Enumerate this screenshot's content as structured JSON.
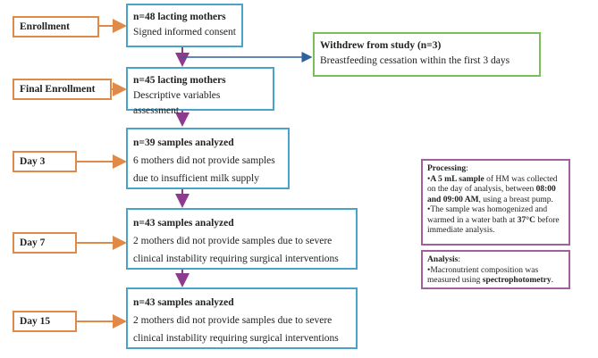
{
  "stages": {
    "enrollment": "Enrollment",
    "final_enrollment": "Final Enrollment",
    "day3": "Day 3",
    "day7": "Day 7",
    "day15": "Day 15"
  },
  "boxes": {
    "enrollment": {
      "title": "n=48 lacting mothers",
      "text": "Signed informed consent"
    },
    "final_enrollment": {
      "title": "n=45 lacting mothers",
      "text": "Descriptive variables assessment"
    },
    "day3": {
      "title": "n=39 samples analyzed",
      "line1": "6 mothers did not provide samples",
      "line2": "due to insufficient milk supply"
    },
    "day7": {
      "title": "n=43 samples analyzed",
      "line1": "2 mothers did not provide samples due to severe",
      "line2": "clinical instability requiring surgical interventions"
    },
    "day15": {
      "title": "n=43 samples analyzed",
      "line1": "2 mothers did not provide samples due to severe",
      "line2": "clinical instability requiring surgical interventions"
    }
  },
  "withdrew": {
    "title": "Withdrew from study (n=3)",
    "text": "Breastfeeding cessation within the first 3 days"
  },
  "processing": {
    "title": "Processing",
    "colon": ":",
    "b1_bullet": "•",
    "b1_bold1": "A 5 mL sample",
    "b1_text1": " of HM was collected on the day of analysis, between ",
    "b1_bold2": "08:00 and 09:00 AM",
    "b1_text2": ", using a breast pump.",
    "b2_text1": "•The sample was homogenized and warmed in a water bath at ",
    "b2_bold": "37°C",
    "b2_text2": " before immediate analysis."
  },
  "analysis": {
    "title": "Analysis",
    "colon": ":",
    "text1": "•Macronutrient composition was measured using ",
    "bold": "spectrophotometry",
    "text2": "."
  },
  "colors": {
    "stage_border": "#e08a4a",
    "main_border": "#4aa3c9",
    "withdrew_border": "#7cbf5a",
    "side_border": "#a0609e",
    "down_arrow": "#8e3a8e",
    "side_arrow": "#2f5f9f"
  }
}
